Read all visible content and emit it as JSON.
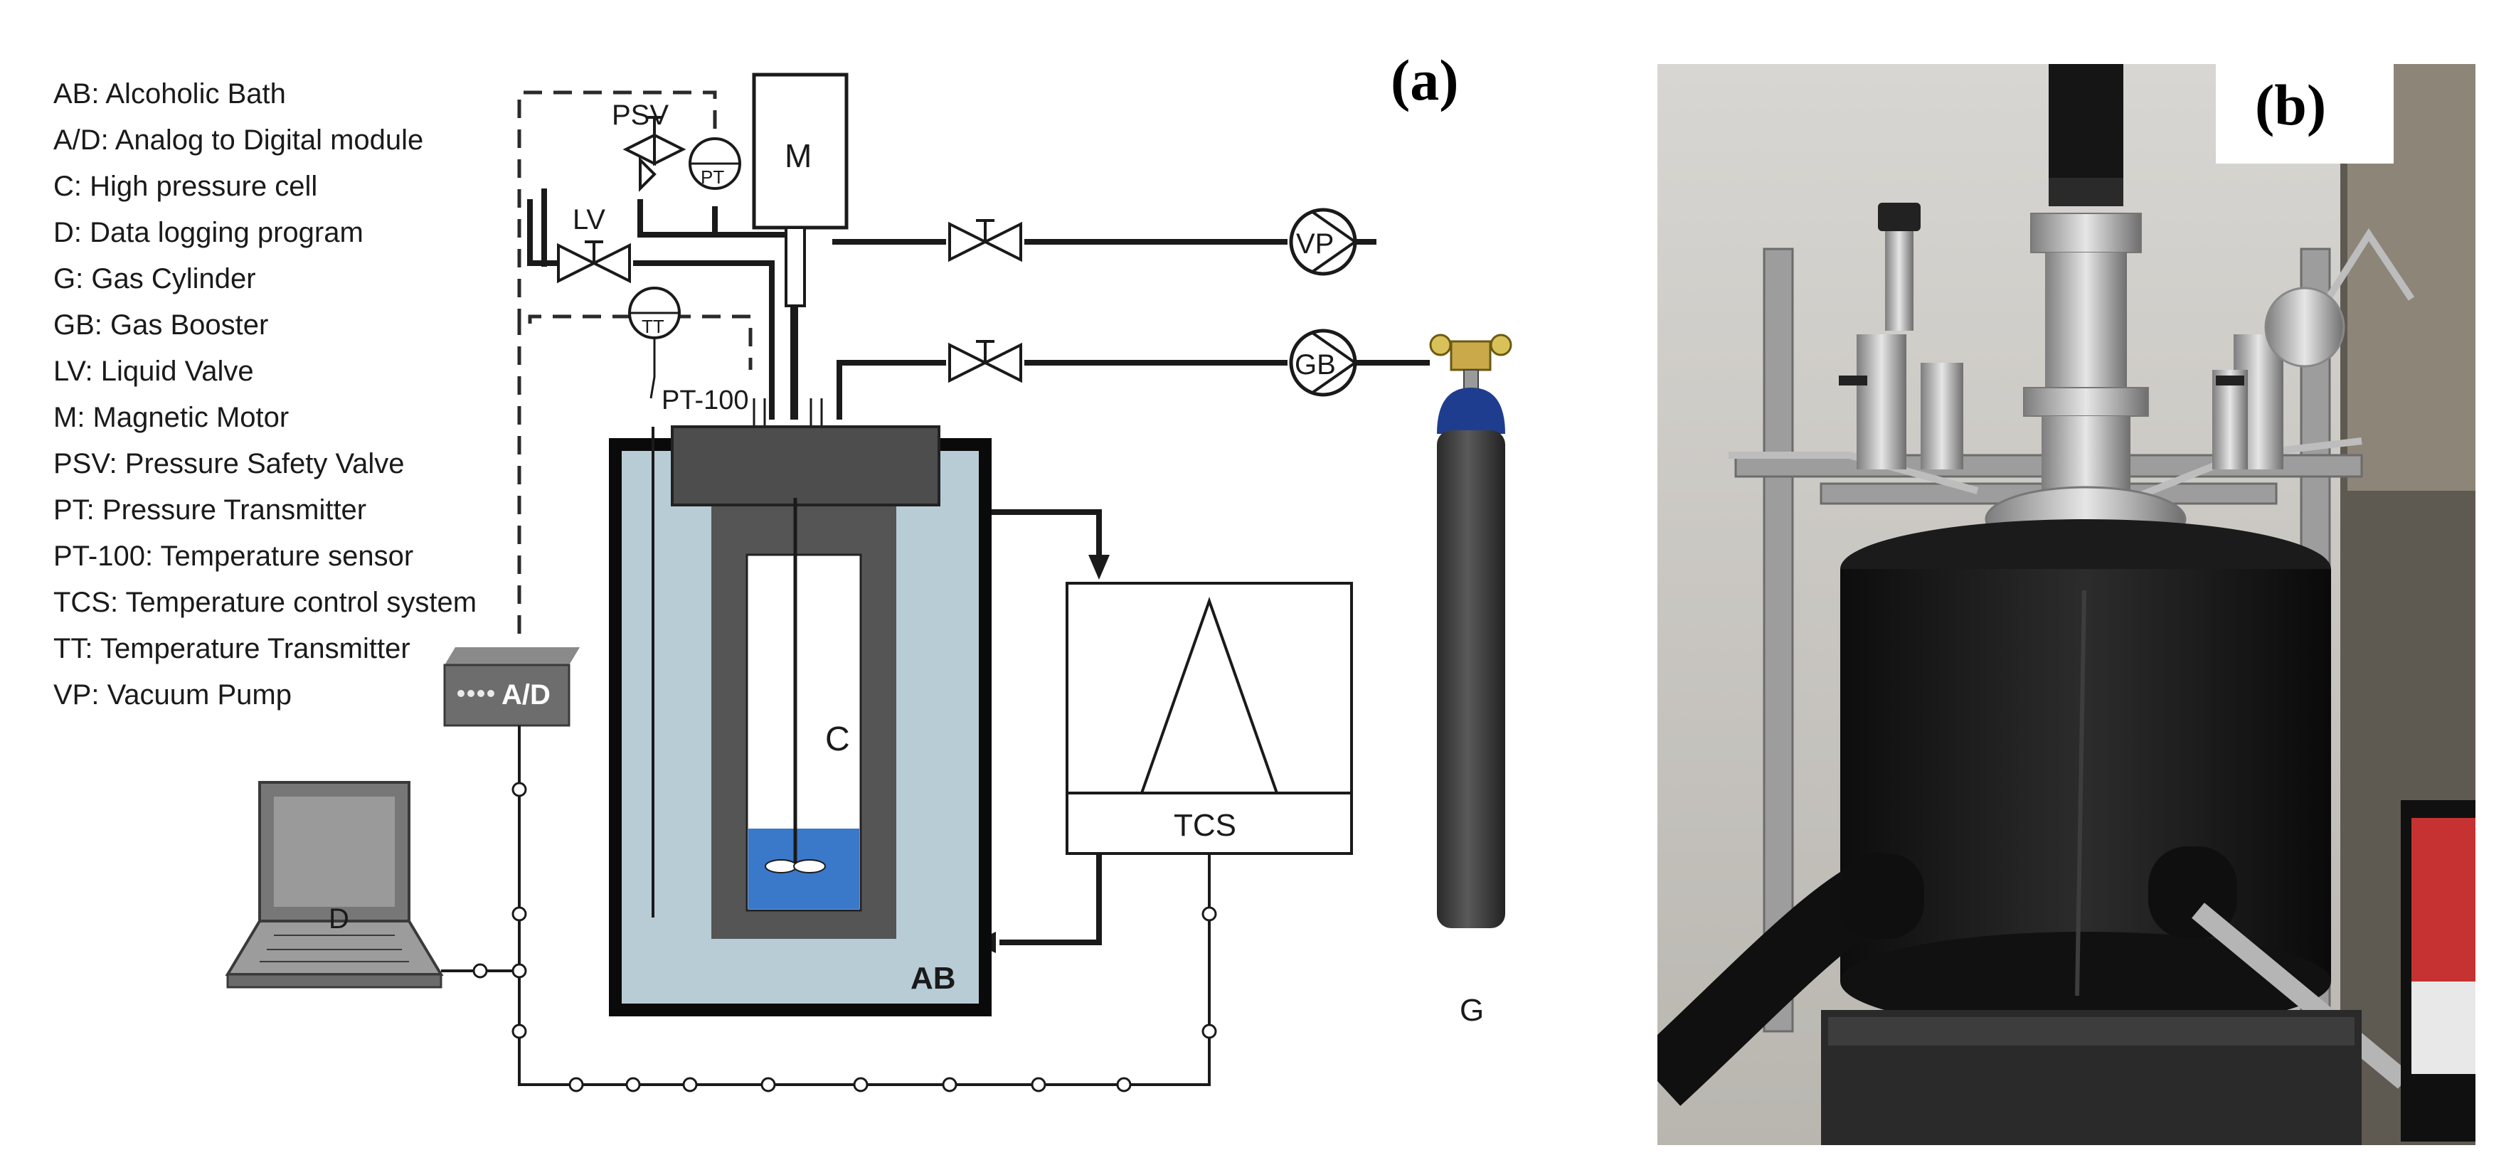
{
  "panel_a": {
    "label": "(a)",
    "legend": [
      "AB: Alcoholic Bath",
      "A/D: Analog to Digital module",
      "C: High pressure cell",
      "D: Data logging program",
      "G: Gas Cylinder",
      "GB: Gas Booster",
      "LV: Liquid Valve",
      "M: Magnetic Motor",
      "PSV: Pressure Safety Valve",
      "PT: Pressure Transmitter",
      "PT-100: Temperature sensor",
      "TCS: Temperature control system",
      "TT: Temperature Transmitter",
      "VP: Vacuum Pump"
    ],
    "labels": {
      "psv": "PSV",
      "pt": "PT",
      "lv": "LV",
      "m": "M",
      "vp": "VP",
      "gb": "GB",
      "tt": "TT",
      "pt100": "PT-100",
      "ad": "A/D",
      "c": "C",
      "tcs": "TCS",
      "ab": "AB",
      "g": "G",
      "d": "D"
    },
    "colors": {
      "bath": "#b8ccd6",
      "cell_jacket": "#555555",
      "cylinder": "#3a3a3a",
      "cylinder_cap": "#1f3d8f",
      "liquid": "#3a78c9"
    }
  },
  "panel_b": {
    "label": "(b)"
  }
}
